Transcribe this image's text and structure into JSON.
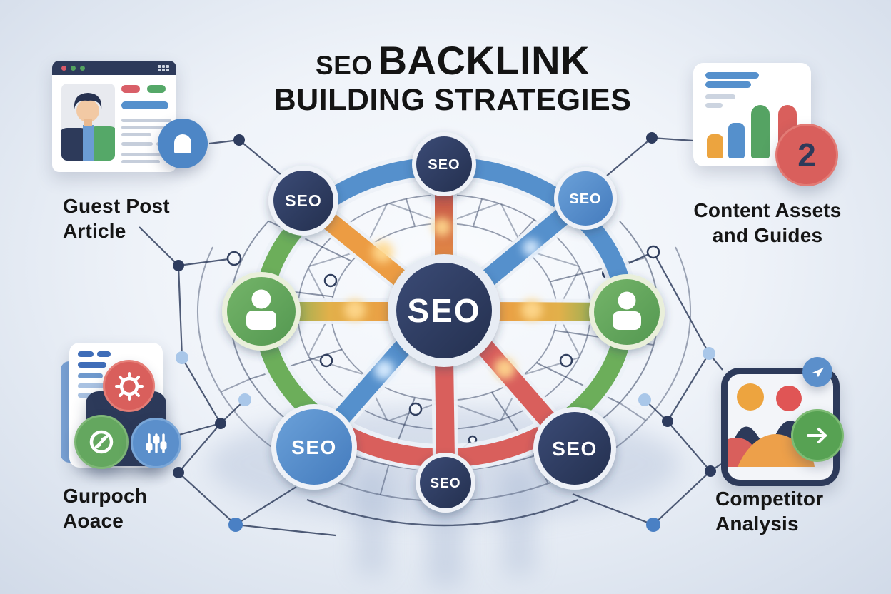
{
  "title": {
    "prefix": "SEO",
    "main": "BACKLINK",
    "line2": "BUILDING STRATEGIES"
  },
  "diagram": {
    "hub_label": "SEO",
    "nodes": {
      "top": {
        "label": "SEO"
      },
      "top_left": {
        "label": "SEO"
      },
      "top_right": {
        "label": "SEO"
      },
      "left": {
        "icon": "person-icon"
      },
      "right": {
        "icon": "person-icon"
      },
      "bottom_left": {
        "label": "SEO"
      },
      "bottom_right": {
        "label": "SEO"
      },
      "bottom": {
        "label": "SEO"
      }
    }
  },
  "corners": {
    "top_left": {
      "title_line1": "Guest Post",
      "title_line2": "Article",
      "illustration": "browser-window-author-article",
      "badge_icon": "publish-arch-icon"
    },
    "top_right": {
      "title_line1": "Content Assets",
      "title_line2": "and Guides",
      "illustration": "document-bar-chart",
      "badge": "2"
    },
    "bottom_left": {
      "title_line1": "Gurpoch",
      "title_line2": "Aoace",
      "illustration": "document-with-tool-icons",
      "icons": [
        "gear-icon",
        "compass-icon",
        "sliders-icon"
      ]
    },
    "bottom_right": {
      "title_line1": "Competitor",
      "title_line2": "Analysis",
      "illustration": "image-area-chart",
      "icons": [
        "send-icon",
        "arrow-right-icon"
      ]
    }
  },
  "colors": {
    "navy": "#2d3a5a",
    "ink": "#32405f",
    "blue": "#5590cc",
    "blue_node": "#4d86c6",
    "green": "#64a75f",
    "green_arc": "#6cae5a",
    "red": "#d95f5c",
    "orange": "#ec9c43",
    "yellow": "#f6d27e",
    "card": "#ffffff",
    "line_gray": "#c6cedb",
    "label": "#151515",
    "light_ring": "#edf1f7"
  }
}
